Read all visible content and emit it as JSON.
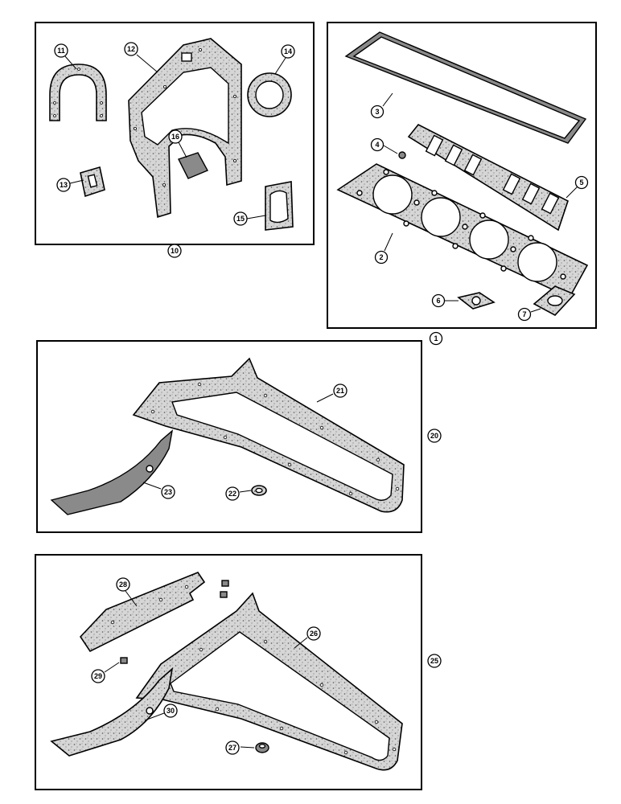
{
  "callouts": {
    "c1": "1",
    "c2": "2",
    "c3": "3",
    "c4": "4",
    "c5": "5",
    "c6": "6",
    "c7": "7",
    "c10": "10",
    "c11": "11",
    "c12": "12",
    "c13": "13",
    "c14": "14",
    "c15": "15",
    "c16": "16",
    "c20": "20",
    "c21": "21",
    "c22": "22",
    "c23": "23",
    "c25": "25",
    "c26": "26",
    "c27": "27",
    "c28": "28",
    "c29": "29",
    "c30": "30"
  }
}
